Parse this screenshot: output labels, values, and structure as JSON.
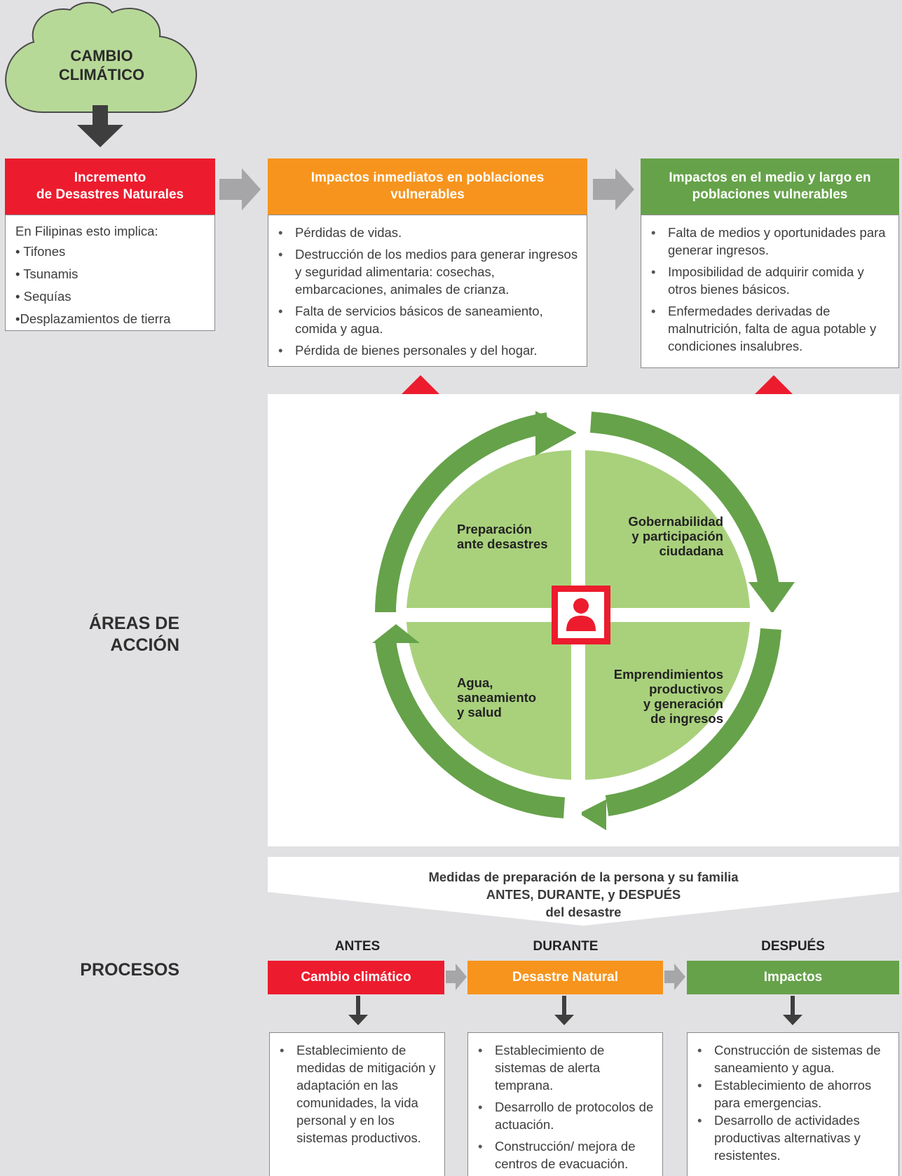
{
  "cloud": {
    "line1": "CAMBIO",
    "line2": "CLIMÁTICO"
  },
  "col1": {
    "title_l1": "Incremento",
    "title_l2": "de Desastres Naturales",
    "intro": "En Filipinas esto implica:",
    "items": [
      "• Tifones",
      "• Tsunamis",
      "• Sequías",
      "•Desplazamientos de tierra"
    ]
  },
  "col2": {
    "title_l1": "Impactos inmediatos en poblaciones",
    "title_l2": "vulnerables",
    "items": [
      "Pérdidas de vidas.",
      "Destrucción de los medios para generar ingresos y seguridad alimentaria: cosechas, embarcaciones, animales de crianza.",
      "Falta de servicios básicos de saneamiento, comida y agua.",
      "Pérdida de bienes personales y del hogar."
    ]
  },
  "col3": {
    "title_l1": "Impactos en el medio y largo en",
    "title_l2": "poblaciones vulnerables",
    "items": [
      "Falta de medios y oportunidades para generar ingresos.",
      "Imposibilidad de adquirir comida y otros bienes básicos.",
      "Enfermedades derivadas de malnutrición, falta de agua potable y condiciones insalubres."
    ]
  },
  "areas": {
    "label_l1": "ÁREAS DE",
    "label_l2": "ACCIÓN",
    "q1": [
      "Preparación",
      "ante desastres"
    ],
    "q2": [
      "Gobernabilidad",
      "y participación",
      "ciudadana"
    ],
    "q3": [
      "Agua,",
      "saneamiento",
      "y salud"
    ],
    "q4": [
      "Emprendimientos",
      "productivos",
      "y generación",
      "de ingresos"
    ]
  },
  "banner": {
    "l1": "Medidas de preparación de la persona y su familia",
    "l2": "ANTES, DURANTE, y DESPUÉS",
    "l3": "del desastre"
  },
  "procesos": {
    "label": "PROCESOS",
    "phases": [
      {
        "phase": "ANTES",
        "title": "Cambio climático",
        "items": [
          "Establecimiento de medidas de mitigación y adaptación en las comunidades, la vida personal y en los sistemas productivos."
        ]
      },
      {
        "phase": "DURANTE",
        "title": "Desastre Natural",
        "items": [
          "Establecimiento de sistemas de alerta temprana.",
          "Desarrollo de protocolos de actuación.",
          "Construcción/ mejora de centros de evacuación."
        ]
      },
      {
        "phase": "DESPUÉS",
        "title": "Impactos",
        "items": [
          "Construcción de sistemas de saneamiento y agua.",
          "Establecimiento de ahorros para emergencias.",
          "Desarrollo de actividades productivas alternativas y resistentes."
        ]
      }
    ]
  },
  "colors": {
    "red": "#ec1c2e",
    "orange": "#f7941d",
    "green": "#66a24a",
    "light_green": "#a9d17c",
    "cloud_green": "#b7d998",
    "gray_arrow": "#a6a6a8",
    "dark_arrow": "#3e3e3e"
  }
}
